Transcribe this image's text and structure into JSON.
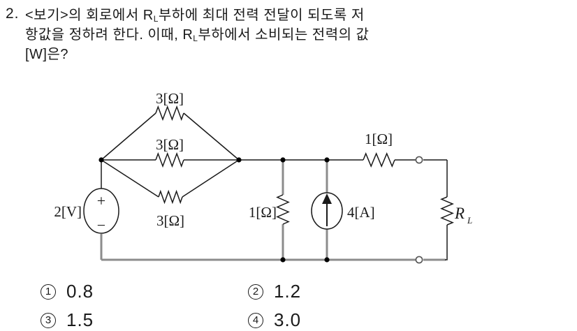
{
  "question": {
    "number": "2.",
    "line1_pre": "<보기>의 회로에서 R",
    "sub": "L",
    "line1_post": "부하에 최대 전력 전달이 되도록 저",
    "line2_pre": "항값을 정하려 한다. 이때, R",
    "line2_post": "부하에서 소비되는 전력의 값",
    "line3": "[W]은?"
  },
  "circuit": {
    "resistor_top_label": "3[Ω]",
    "resistor_mid_label": "3[Ω]",
    "resistor_bottom_label": "3[Ω]",
    "voltage_source_label": "2[V]",
    "voltage_plus": "+",
    "voltage_minus": "−",
    "shunt_resistor_label": "1[Ω]",
    "current_source_label": "4[A]",
    "series_resistor_label": "1[Ω]",
    "load_label_main": "R",
    "load_label_sub": "L"
  },
  "choices": [
    {
      "num": "1",
      "value": "0.8"
    },
    {
      "num": "2",
      "value": "1.2"
    },
    {
      "num": "3",
      "value": "1.5"
    },
    {
      "num": "4",
      "value": "3.0"
    }
  ],
  "colors": {
    "ink": "#1a1a1a",
    "wire_gray": "#8c8c8c",
    "background": "#ffffff"
  }
}
